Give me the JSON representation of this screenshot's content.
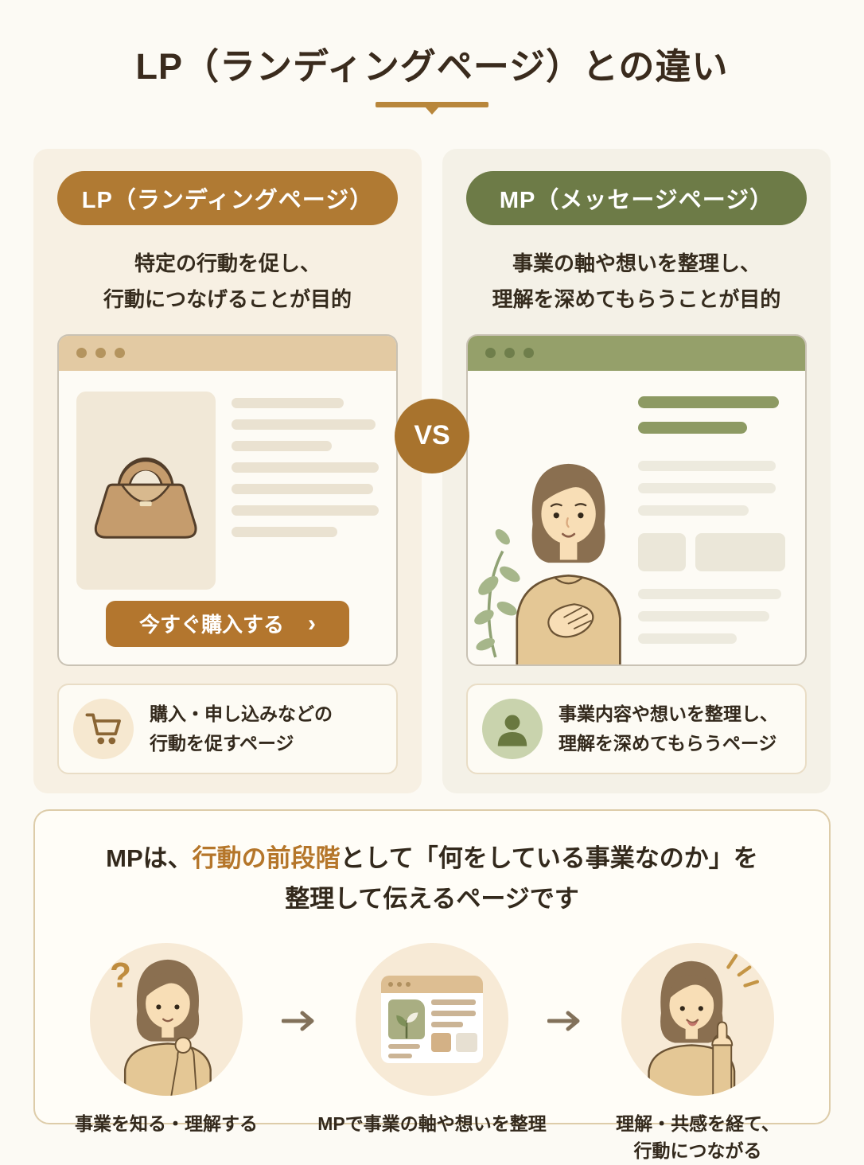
{
  "title": "LP（ランディングページ）との違い",
  "vs_label": "VS",
  "colors": {
    "lp_accent": "#b07a33",
    "mp_accent": "#6d7b47",
    "cta_button": "#b3762e",
    "highlight": "#b5762a",
    "underline": "#b8863b"
  },
  "lp": {
    "badge": "LP（ランディングページ）",
    "purpose_line1": "特定の行動を促し、",
    "purpose_line2": "行動につなげることが目的",
    "browser": {
      "cta_label": "今すぐ購入する",
      "cta_chevron": "›",
      "illustration": "handbag-product"
    },
    "summary_icon": "shopping-cart-icon",
    "summary_line1": "購入・申し込みなどの",
    "summary_line2": "行動を促すページ"
  },
  "mp": {
    "badge": "MP（メッセージページ）",
    "purpose_line1": "事業の軸や想いを整理し、",
    "purpose_line2": "理解を深めてもらうことが目的",
    "browser": {
      "illustration": "woman-hand-on-chest-with-plant"
    },
    "summary_icon": "person-icon",
    "summary_line1": "事業内容や想いを整理し、",
    "summary_line2": "理解を深めてもらうページ"
  },
  "bottom": {
    "heading_prefix": "MPは、",
    "heading_highlight": "行動の前段階",
    "heading_suffix": "として「何をしている事業なのか」を",
    "heading_line2": "整理して伝えるページです",
    "steps": [
      {
        "caption_line1": "事業を知る・理解する",
        "caption_line2": "",
        "illustration": "thinking-woman",
        "question_mark": "?"
      },
      {
        "caption_line1": "MPで事業の軸や想いを整理",
        "caption_line2": "",
        "illustration": "mp-mini-page"
      },
      {
        "caption_line1": "理解・共感を経て、",
        "caption_line2": "行動につながる",
        "illustration": "pointing-woman"
      }
    ]
  }
}
